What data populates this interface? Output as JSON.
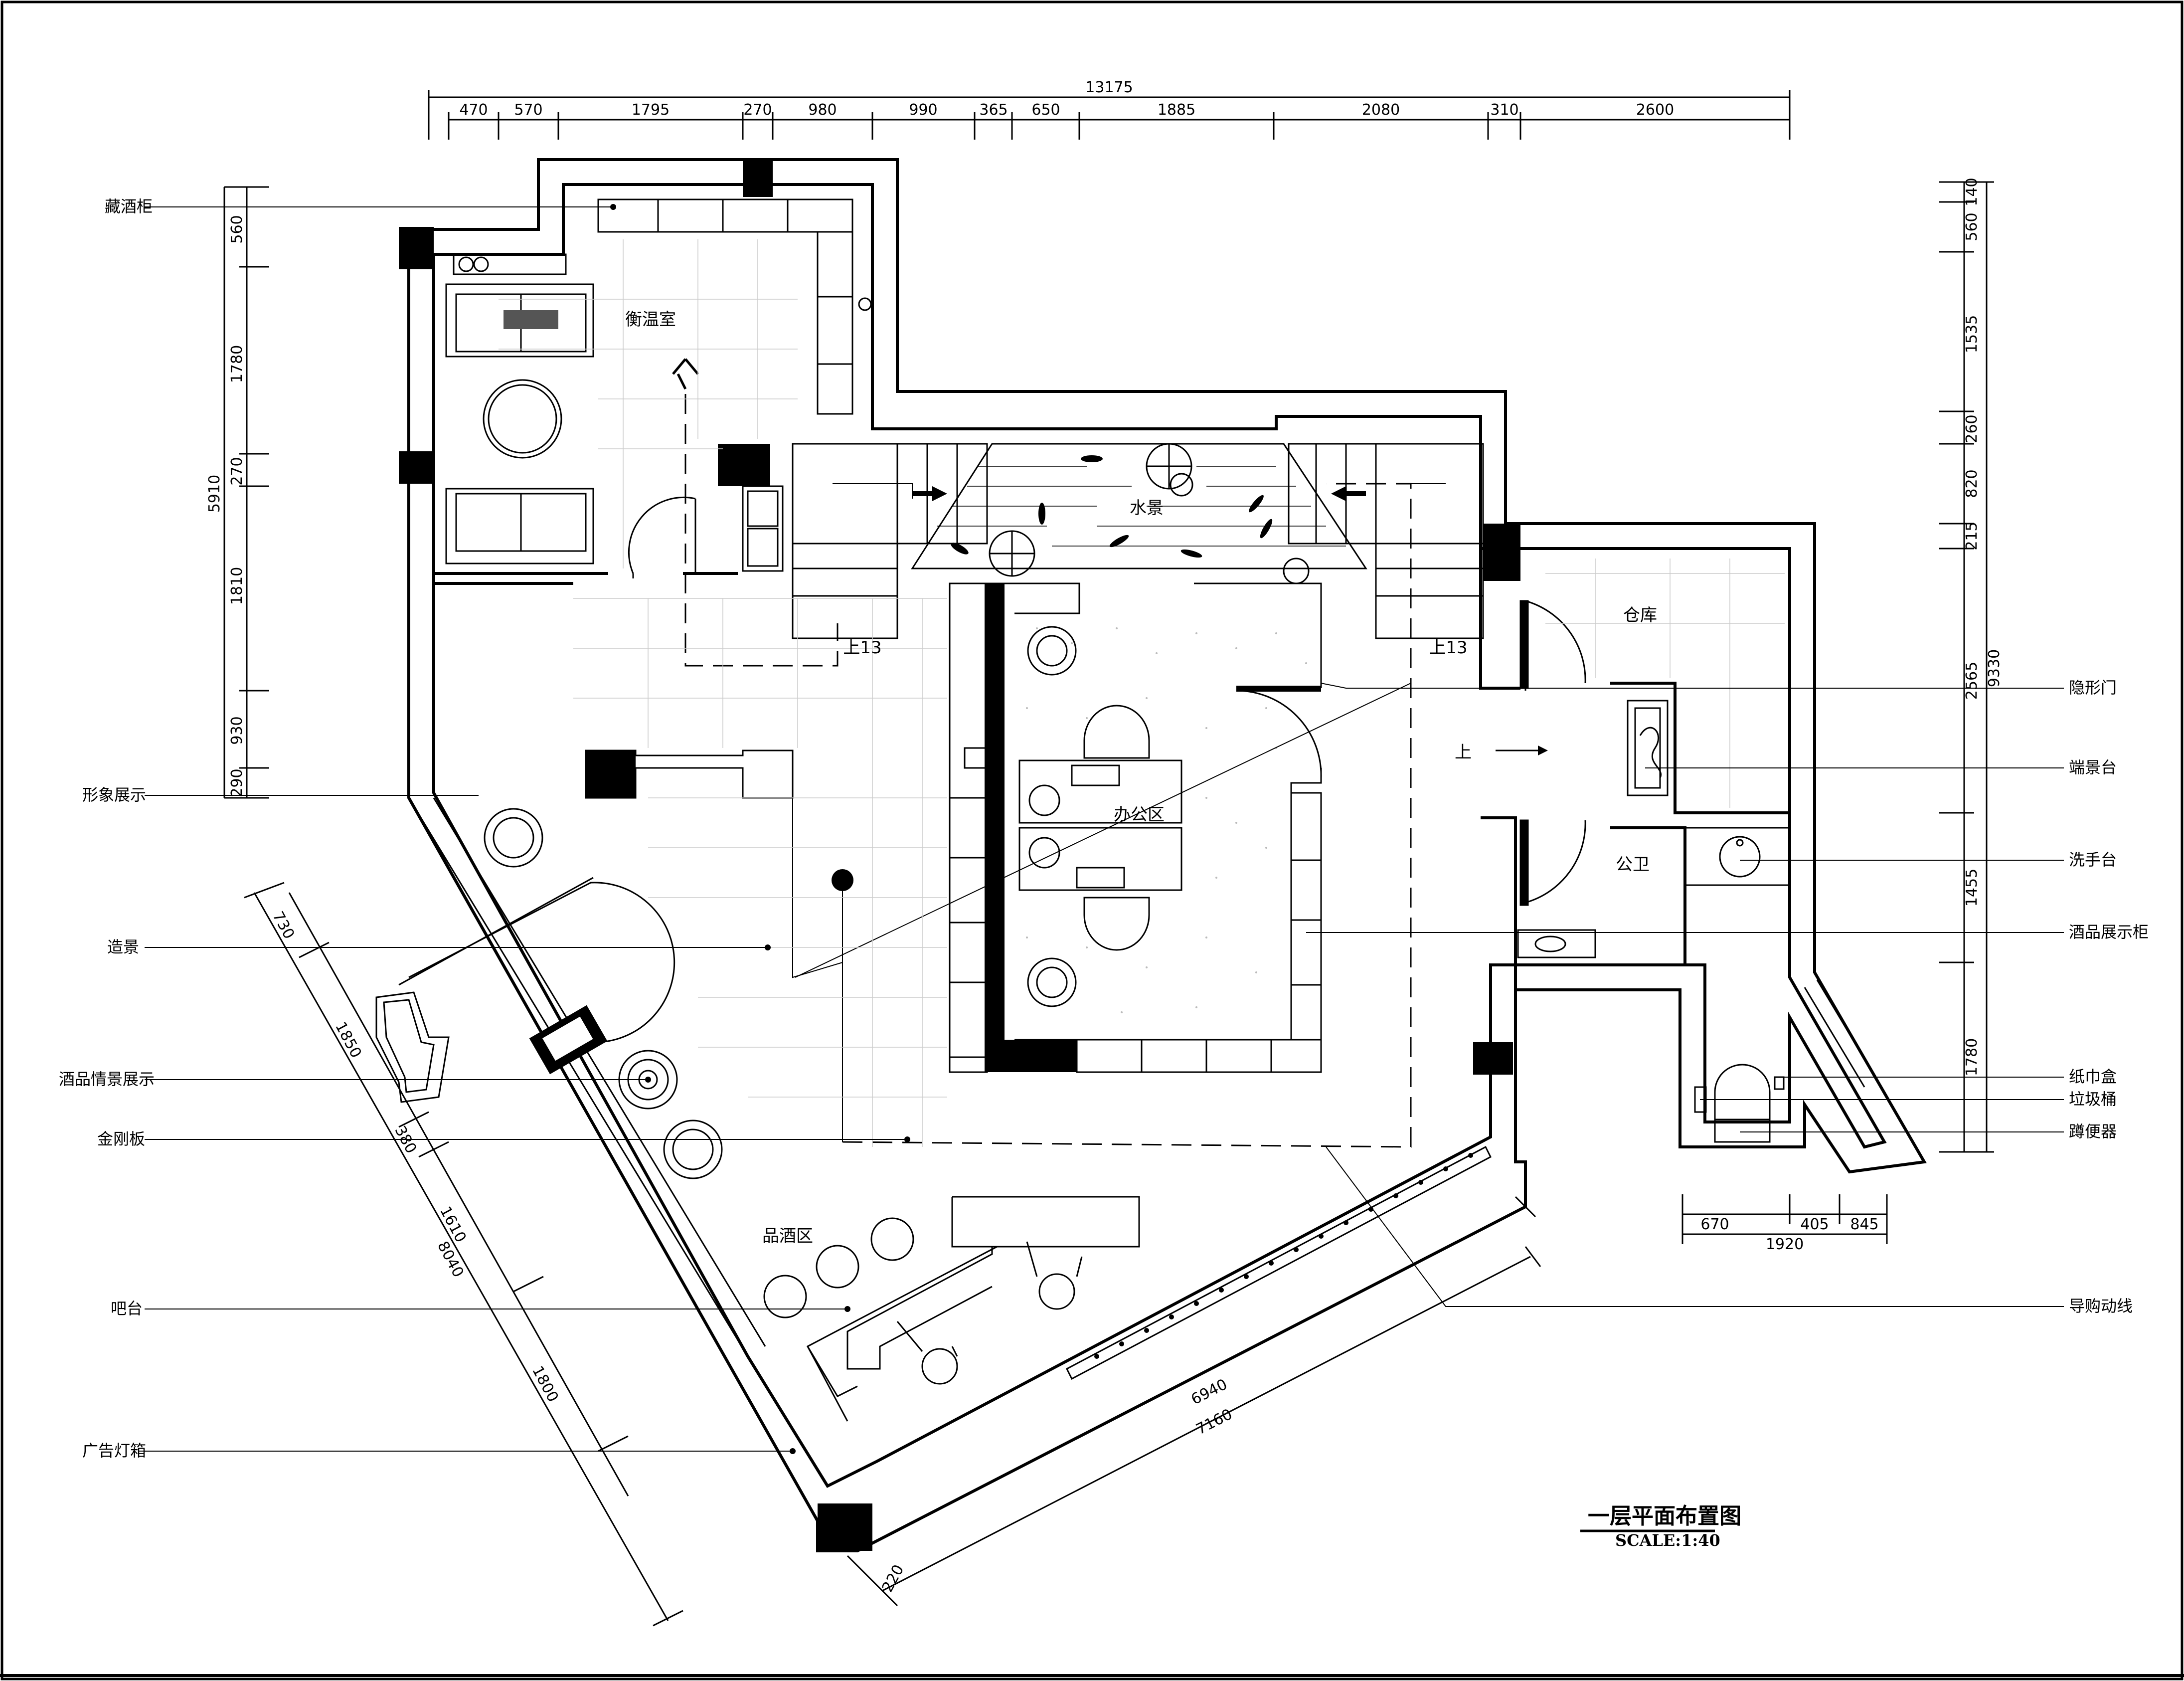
{
  "drawing": {
    "title": "一层平面布置图",
    "scale": "SCALE:1:40"
  },
  "rooms": {
    "wine_cellar": "衡温室",
    "water_feature": "水景",
    "office": "办公区",
    "storage": "仓库",
    "toilet": "公卫",
    "tasting": "品酒区",
    "step_left": "上13",
    "step_right": "上13",
    "up": "上"
  },
  "labels_left": [
    "藏酒柜",
    "形象展示",
    "造景",
    "酒品情景展示",
    "金刚板",
    "吧台",
    "广告灯箱"
  ],
  "labels_right": [
    "隐形门",
    "端景台",
    "洗手台",
    "酒品展示柜",
    "纸巾盒",
    "垃圾桶",
    "蹲便器",
    "导购动线"
  ],
  "dims_top_total": "13175",
  "dims_top": [
    "470",
    "570",
    "1795",
    "270",
    "980",
    "990",
    "365",
    "650",
    "1885",
    "2080",
    "310",
    "2600"
  ],
  "dims_left_total": "5910",
  "dims_left": [
    "560",
    "1780",
    "270",
    "1810",
    "930",
    "290"
  ],
  "dims_right_total": "9330",
  "dims_right": [
    "140",
    "560",
    "1535",
    "260",
    "820",
    "215",
    "2565",
    "1455",
    "1780"
  ],
  "dims_toilet_bottom": [
    "670",
    "405",
    "845"
  ],
  "dims_toilet_total": "1920",
  "dims_diag_left": [
    "730",
    "1850",
    "380",
    "1610",
    "1800"
  ],
  "dims_diag_left_total": "8040",
  "dims_diag_bottom": [
    "6940",
    "7160",
    "220"
  ],
  "colors": {
    "line": "#000000",
    "background": "#ffffff",
    "fill": "#000000"
  }
}
